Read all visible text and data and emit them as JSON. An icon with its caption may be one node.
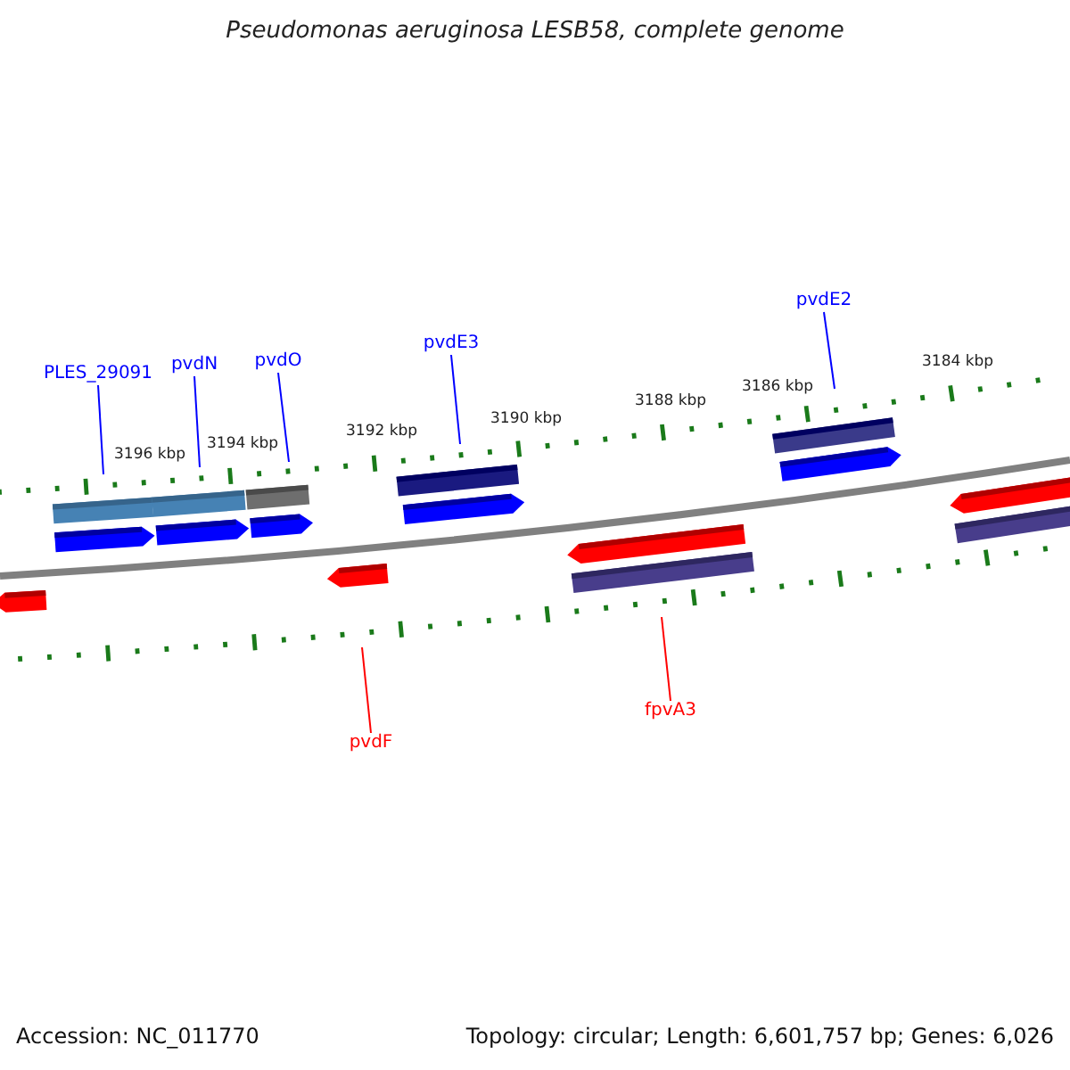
{
  "diagram": {
    "title": "Pseudomonas aeruginosa LESB58, complete genome",
    "nodes": [
      {
        "text": [
          "PLES_29091"
        ]
      },
      {
        "text": [
          "pvdN"
        ]
      },
      {
        "text": [
          "pvdO"
        ]
      },
      {
        "text": [
          "pvdE3"
        ]
      },
      {
        "text": [
          "pvdE2"
        ]
      },
      {
        "text": [
          "pvdF"
        ]
      },
      {
        "text": [
          "fpvA3"
        ]
      }
    ],
    "edges": [
      {
        "from": 0,
        "to": null,
        "arrow": "none"
      },
      {
        "from": 1,
        "to": null,
        "arrow": "none"
      },
      {
        "from": 2,
        "to": null,
        "arrow": "none"
      },
      {
        "from": 3,
        "to": null,
        "arrow": "none"
      },
      {
        "from": 4,
        "to": null,
        "arrow": "none"
      },
      {
        "from": 5,
        "to": null,
        "arrow": "none",
        "color": "#ff0000"
      },
      {
        "from": 6,
        "to": null,
        "arrow": "none",
        "color": "#ff0000"
      }
    ],
    "labels": [
      "3196 kbp",
      "3194 kbp",
      "3192 kbp",
      "3190 kbp",
      "3188 kbp",
      "3186 kbp",
      "3184 kbp",
      "Accession: NC_011770",
      "Topology: circular; Length: 6,601,757 bp; Genes: 6,026"
    ]
  }
}
